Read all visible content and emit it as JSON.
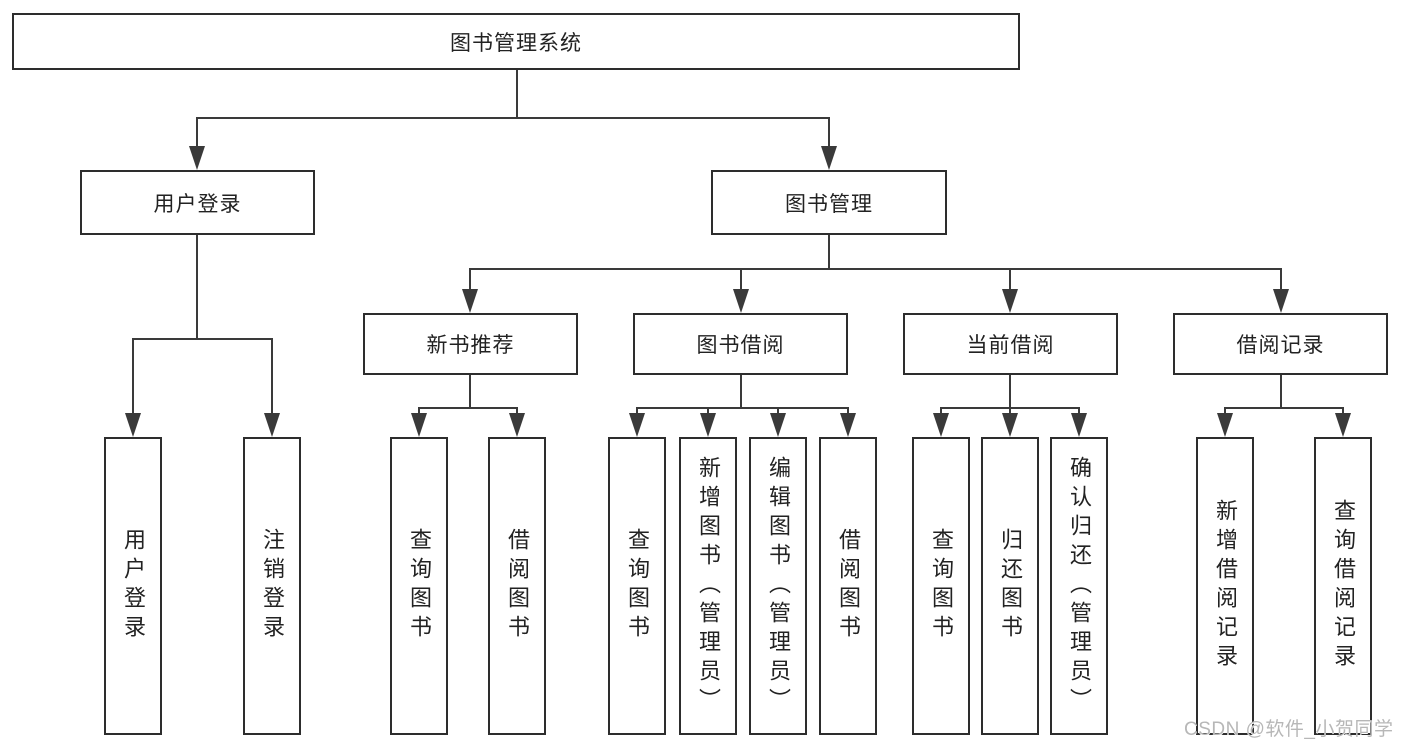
{
  "diagram": {
    "colors": {
      "line": "#3a3a3a",
      "border": "#2d2d2d",
      "fill": "#ffffff",
      "text": "#222222",
      "watermark": "#b7b7b7"
    },
    "nodes": {
      "root": "图书管理系统",
      "user_login": "用户登录",
      "book_mgmt": "图书管理",
      "new_books": "新书推荐",
      "book_borrow": "图书借阅",
      "current_borrow": "当前借阅",
      "borrow_records": "借阅记录",
      "leaf_user_login": "用户登录",
      "leaf_logout": "注销登录",
      "leaf_nb_query": "查询图书",
      "leaf_nb_borrow": "借阅图书",
      "leaf_bb_query": "查询图书",
      "leaf_bb_add": "新增图书（管理员）",
      "leaf_bb_edit": "编辑图书（管理员）",
      "leaf_bb_borrow": "借阅图书",
      "leaf_cb_query": "查询图书",
      "leaf_cb_return": "归还图书",
      "leaf_cb_confirm": "确认归还（管理员）",
      "leaf_br_add": "新增借阅记录",
      "leaf_br_query": "查询借阅记录"
    },
    "watermark": "CSDN @软件_小贺同学"
  }
}
